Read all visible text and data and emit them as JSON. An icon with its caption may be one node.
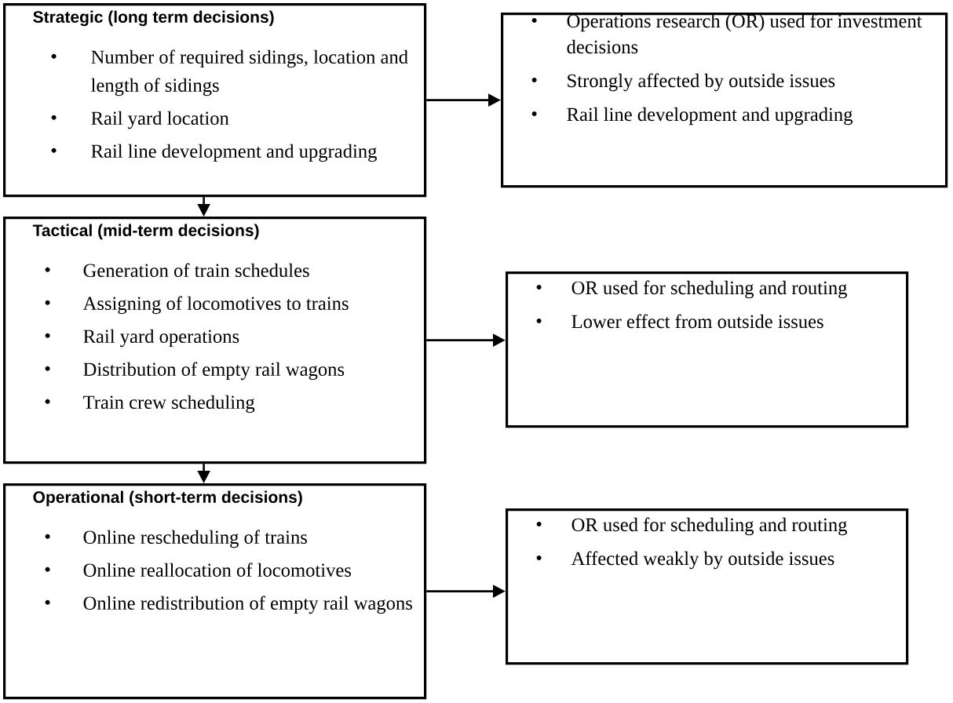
{
  "diagram": {
    "nodes": [
      {
        "text": [
          "Strategic (long term decisions)",
          "Number of required sidings, location and length of sidings",
          "Rail yard location",
          "Rail line development and upgrading"
        ]
      },
      {
        "text": [
          "Operations research  (OR) used for investment decisions",
          "Strongly affected by outside issues",
          "Rail line development and upgrading"
        ]
      },
      {
        "text": [
          "Tactical (mid-term decisions)",
          "Generation of train schedules",
          "Assigning of locomotives to trains",
          "Rail yard operations",
          "Distribution of empty rail wagons",
          "Train crew scheduling"
        ]
      },
      {
        "text": [
          "OR used for scheduling and routing",
          "Lower effect from outside issues"
        ]
      },
      {
        "text": [
          "Operational (short-term decisions)",
          "Online rescheduling of trains",
          "Online reallocation of locomotives",
          "Online redistribution of empty rail wagons"
        ]
      },
      {
        "text": [
          "OR used for scheduling and routing",
          "Affected weakly by outside issues"
        ]
      }
    ],
    "edges": [
      {
        "from": 0,
        "to": 1,
        "arrow": "to"
      },
      {
        "from": 0,
        "to": 2,
        "arrow": "to"
      },
      {
        "from": 2,
        "to": 3,
        "arrow": "to"
      },
      {
        "from": 2,
        "to": 4,
        "arrow": "to"
      },
      {
        "from": 4,
        "to": 5,
        "arrow": "to"
      }
    ]
  }
}
